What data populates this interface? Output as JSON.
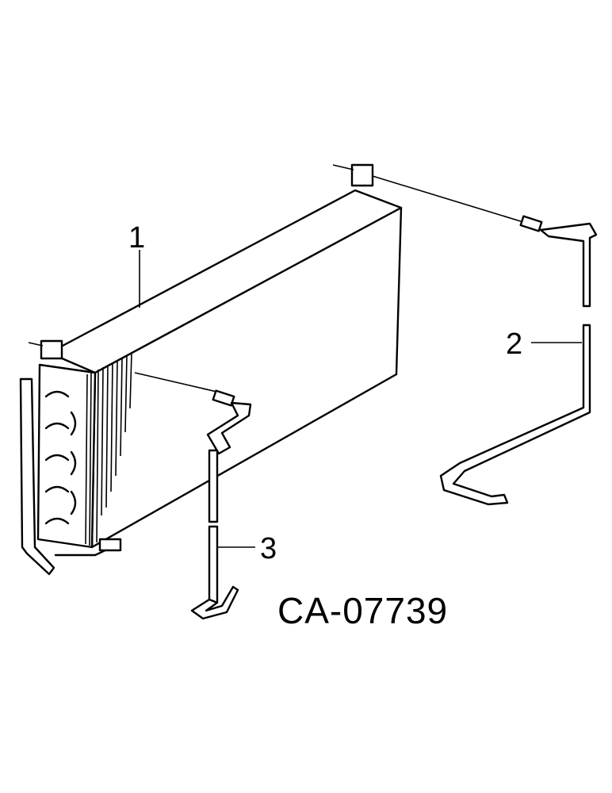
{
  "diagram": {
    "callouts": [
      {
        "id": "part-1",
        "label": "1"
      },
      {
        "id": "part-2",
        "label": "2"
      },
      {
        "id": "part-3",
        "label": "3"
      }
    ],
    "figure_id": "CA-07739"
  },
  "colors": {
    "ink": "#000000",
    "paper": "#ffffff"
  }
}
